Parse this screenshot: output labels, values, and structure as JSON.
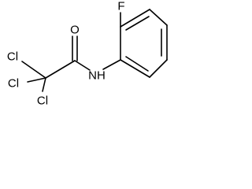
{
  "structure": {
    "atoms": {
      "fluorine": "F",
      "oxygen": "O",
      "nitrogen_h": "NH",
      "chlorine_1": "Cl",
      "chlorine_2": "Cl",
      "chlorine_3": "Cl"
    },
    "colors": {
      "bonds": "#000000",
      "labels": "#000000",
      "background": "#ffffff"
    }
  }
}
